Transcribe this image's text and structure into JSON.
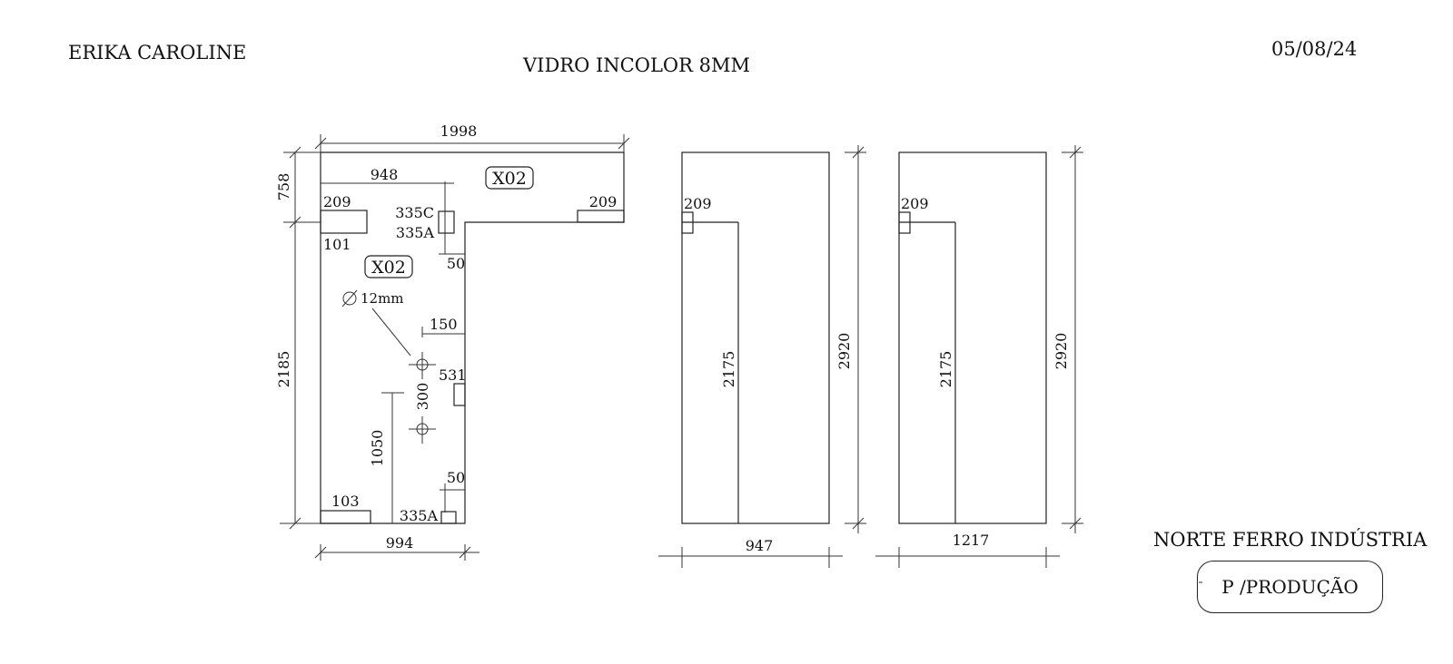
{
  "header": {
    "client": "ERIKA CAROLINE",
    "material": "VIDRO INCOLOR 8MM",
    "date": "05/08/24"
  },
  "footer": {
    "company": "NORTE FERRO INDÚSTRIA",
    "stamp": "P /PRODUÇÃO"
  },
  "panel_l": {
    "width_top": "1998",
    "height_top": "758",
    "notch_top": "948",
    "code_top": "X02",
    "hinge_left_top": "209",
    "hinge_right_top": "209",
    "lock_c": "335C",
    "lock_a": "335A",
    "offset_101": "101",
    "offset_50_top": "50",
    "code_bottom": "X02",
    "hole_diameter": "12mm",
    "offset_150": "150",
    "offset_531": "531",
    "spacing_300": "300",
    "height_1050": "1050",
    "offset_50_bottom": "50",
    "hinge_bottom": "103",
    "lock_a_bottom": "335A",
    "height_bottom": "2185",
    "width_bottom": "994"
  },
  "panel_2": {
    "hinge": "209",
    "inner_height": "2175",
    "height": "2920",
    "width": "947"
  },
  "panel_3": {
    "hinge": "209",
    "inner_height": "2175",
    "height": "2920",
    "width": "1217"
  }
}
